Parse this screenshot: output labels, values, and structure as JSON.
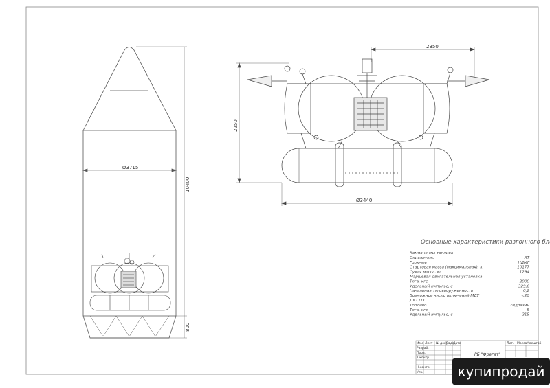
{
  "drawing": {
    "left_view": {
      "diameter_label": "Ø3715",
      "height_label": "10400",
      "adapter_height_label": "800"
    },
    "top_view": {
      "spacing_label": "2350",
      "height_label": "2250",
      "diameter_label": "Ø3440"
    }
  },
  "specs": {
    "title": "Основные характеристики разгонного блока",
    "rows": [
      {
        "label": "Компоненты топлива",
        "value": ""
      },
      {
        "label": "Окислитель",
        "value": "АТ"
      },
      {
        "label": "Горючее",
        "value": "НДМГ"
      },
      {
        "label": "Стартовая масса (максимальная), кг",
        "value": "10177"
      },
      {
        "label": "Сухая масса, кг",
        "value": "1294"
      },
      {
        "label": "Маршевая двигательная установка",
        "value": ""
      },
      {
        "label": "Тяга, кгс",
        "value": "2000"
      },
      {
        "label": "Удельный импульс, с",
        "value": "329,6"
      },
      {
        "label": "Начальная тяговооруженность",
        "value": "0,2"
      },
      {
        "label": "Возможное число включений МДУ",
        "value": "<20"
      },
      {
        "label": "ДУ СОЗ",
        "value": ""
      },
      {
        "label": "Топливо",
        "value": "гидразин"
      },
      {
        "label": "Тяга, кгс",
        "value": "5"
      },
      {
        "label": "Удельный импульс, с",
        "value": "215"
      }
    ]
  },
  "title_block": {
    "name": "РБ \"Фрегат\"",
    "labels": [
      "Изм",
      "Лист",
      "№ докум.",
      "Подп.",
      "Дата",
      "Разраб.",
      "Пров.",
      "Т.контр.",
      "Н.контр.",
      "Утв.",
      "Лит.",
      "Масса",
      "Масштаб"
    ]
  },
  "watermark": "купипродай"
}
